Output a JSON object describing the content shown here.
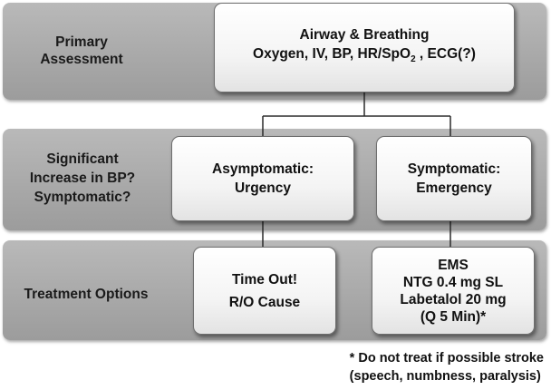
{
  "rows": {
    "primary": {
      "label_line1": "Primary",
      "label_line2": "Assessment"
    },
    "significant": {
      "label_line1": "Significant",
      "label_line2": "Increase in BP?",
      "label_line3": "Symptomatic?"
    },
    "treatment": {
      "label": "Treatment Options"
    }
  },
  "boxes": {
    "airway": {
      "title": "Airway & Breathing",
      "line2_prefix": "Oxygen, IV, BP, HR/SpO",
      "line2_sub": "2",
      "line2_suffix": " , ECG(?)"
    },
    "asymptomatic": {
      "line1": "Asymptomatic:",
      "line2": "Urgency"
    },
    "symptomatic": {
      "line1": "Symptomatic:",
      "line2": "Emergency"
    },
    "timeout": {
      "line1": "Time Out!",
      "line2": "R/O Cause"
    },
    "ems": {
      "line1": "EMS",
      "line2": "NTG  0.4 mg SL",
      "line3": "Labetalol  20 mg",
      "line4": "(Q 5 Min)*"
    }
  },
  "footnote": {
    "line1": "* Do not treat if possible stroke",
    "line2": "(speech, numbness, paralysis)"
  },
  "colors": {
    "band": "#aaaaaa",
    "box": "#f4f4f4",
    "connector": "#2b2b2b"
  }
}
